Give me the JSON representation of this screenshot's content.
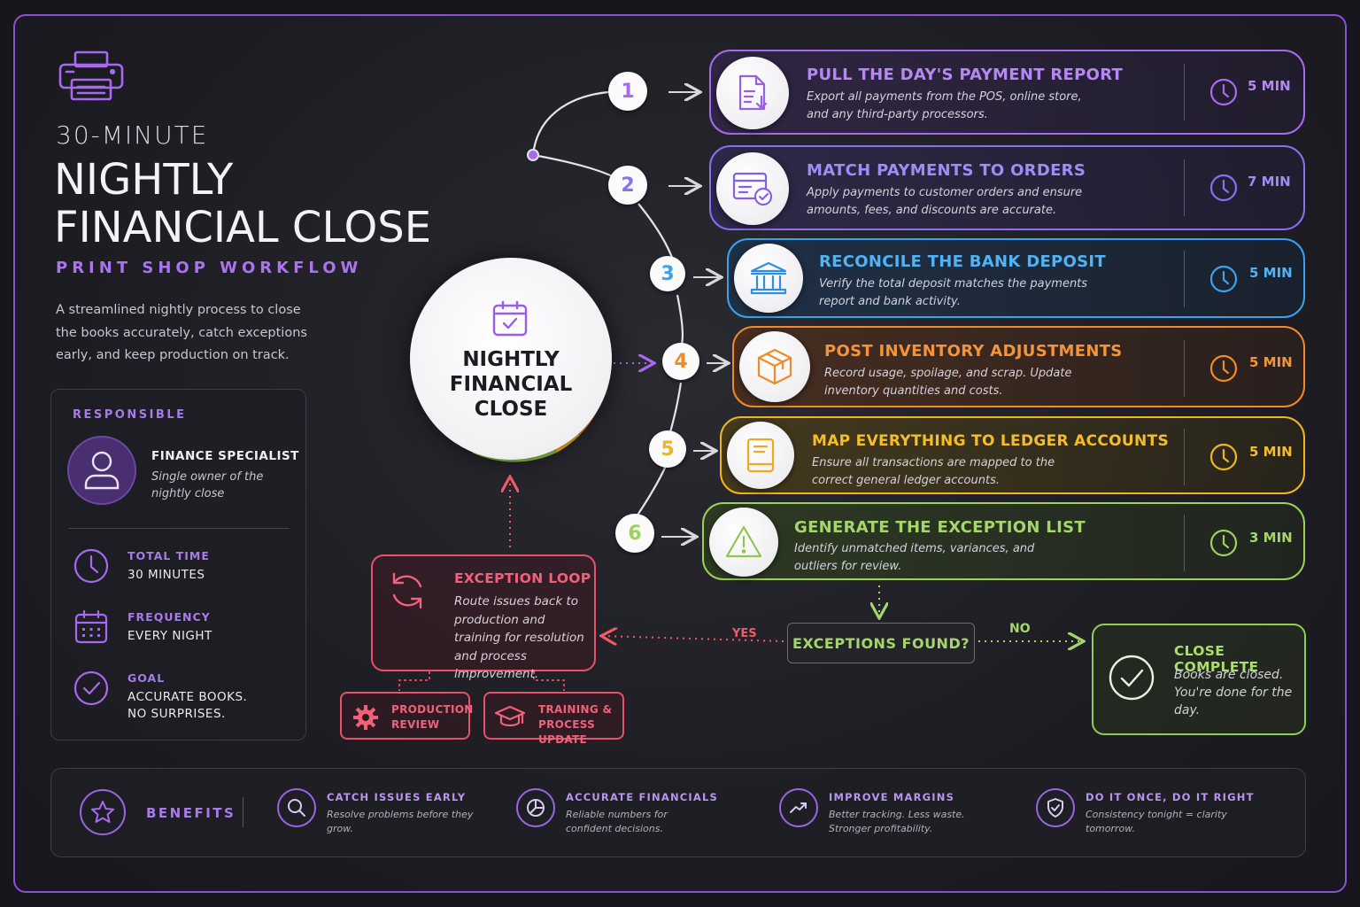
{
  "header": {
    "kicker": "30-MINUTE",
    "title_line1": "NIGHTLY",
    "title_line2": "FINANCIAL CLOSE",
    "subtitle": "PRINT SHOP WORKFLOW",
    "description": "A streamlined nightly process to close the books accurately, catch exceptions early, and keep production on track.",
    "icon": "printer-icon"
  },
  "responsible": {
    "label": "RESPONSIBLE",
    "role": "FINANCE SPECIALIST",
    "role_desc": "Single owner of the nightly close",
    "meta": [
      {
        "key": "TOTAL TIME",
        "value": "30 MINUTES",
        "icon": "clock-icon"
      },
      {
        "key": "FREQUENCY",
        "value": "EVERY NIGHT",
        "icon": "calendar-icon"
      },
      {
        "key": "GOAL",
        "value": "ACCURATE BOOKS. NO SURPRISES.",
        "icon": "check-circle-icon"
      }
    ]
  },
  "hub": {
    "title": "NIGHTLY FINANCIAL CLOSE",
    "icon": "calendar-check-icon"
  },
  "steps": [
    {
      "num": "1",
      "title": "PULL THE DAY'S PAYMENT REPORT",
      "desc": "Export all payments from the POS, online store, and any third-party processors.",
      "time": "5 MIN",
      "color": "#a66af0",
      "icon": "document-download-icon"
    },
    {
      "num": "2",
      "title": "MATCH PAYMENTS TO ORDERS",
      "desc": "Apply payments to customer orders and ensure amounts, fees, and discounts are accurate.",
      "time": "7 MIN",
      "color": "#8c6ef0",
      "icon": "invoice-check-icon"
    },
    {
      "num": "3",
      "title": "RECONCILE THE BANK DEPOSIT",
      "desc": "Verify the total deposit matches the payments report and bank activity.",
      "time": "5 MIN",
      "color": "#3aa2ee",
      "icon": "bank-icon"
    },
    {
      "num": "4",
      "title": "POST INVENTORY ADJUSTMENTS",
      "desc": "Record usage, spoilage, and scrap. Update inventory quantities and costs.",
      "time": "5 MIN",
      "color": "#f08a2a",
      "icon": "box-icon"
    },
    {
      "num": "5",
      "title": "MAP EVERYTHING TO LEDGER ACCOUNTS",
      "desc": "Ensure all transactions are mapped to the correct general ledger accounts.",
      "time": "5 MIN",
      "color": "#f2b51e",
      "icon": "ledger-book-icon"
    },
    {
      "num": "6",
      "title": "GENERATE THE EXCEPTION LIST",
      "desc": "Identify unmatched items, variances, and outliers for review.",
      "time": "3 MIN",
      "color": "#9bd25a",
      "icon": "warning-icon"
    }
  ],
  "decision": {
    "question": "EXCEPTIONS FOUND?",
    "yes": "YES",
    "no": "NO"
  },
  "complete": {
    "title": "CLOSE COMPLETE",
    "desc": "Books are closed. You're done for the day.",
    "icon": "check-circle-icon"
  },
  "exception_loop": {
    "title": "EXCEPTION LOOP",
    "desc": "Route issues back to production and training for resolution and process improvement.",
    "icon": "refresh-icon",
    "production": "PRODUCTION REVIEW",
    "training": "TRAINING & PROCESS UPDATE"
  },
  "benefits": {
    "label": "BENEFITS",
    "items": [
      {
        "title": "CATCH ISSUES EARLY",
        "desc": "Resolve problems before they grow.",
        "icon": "search-icon"
      },
      {
        "title": "ACCURATE FINANCIALS",
        "desc": "Reliable numbers for confident decisions.",
        "icon": "pie-chart-icon"
      },
      {
        "title": "IMPROVE MARGINS",
        "desc": "Better tracking. Less waste. Stronger profitability.",
        "icon": "trend-up-icon"
      },
      {
        "title": "DO IT ONCE, DO IT RIGHT",
        "desc": "Consistency tonight = clarity tomorrow.",
        "icon": "shield-check-icon"
      }
    ]
  }
}
